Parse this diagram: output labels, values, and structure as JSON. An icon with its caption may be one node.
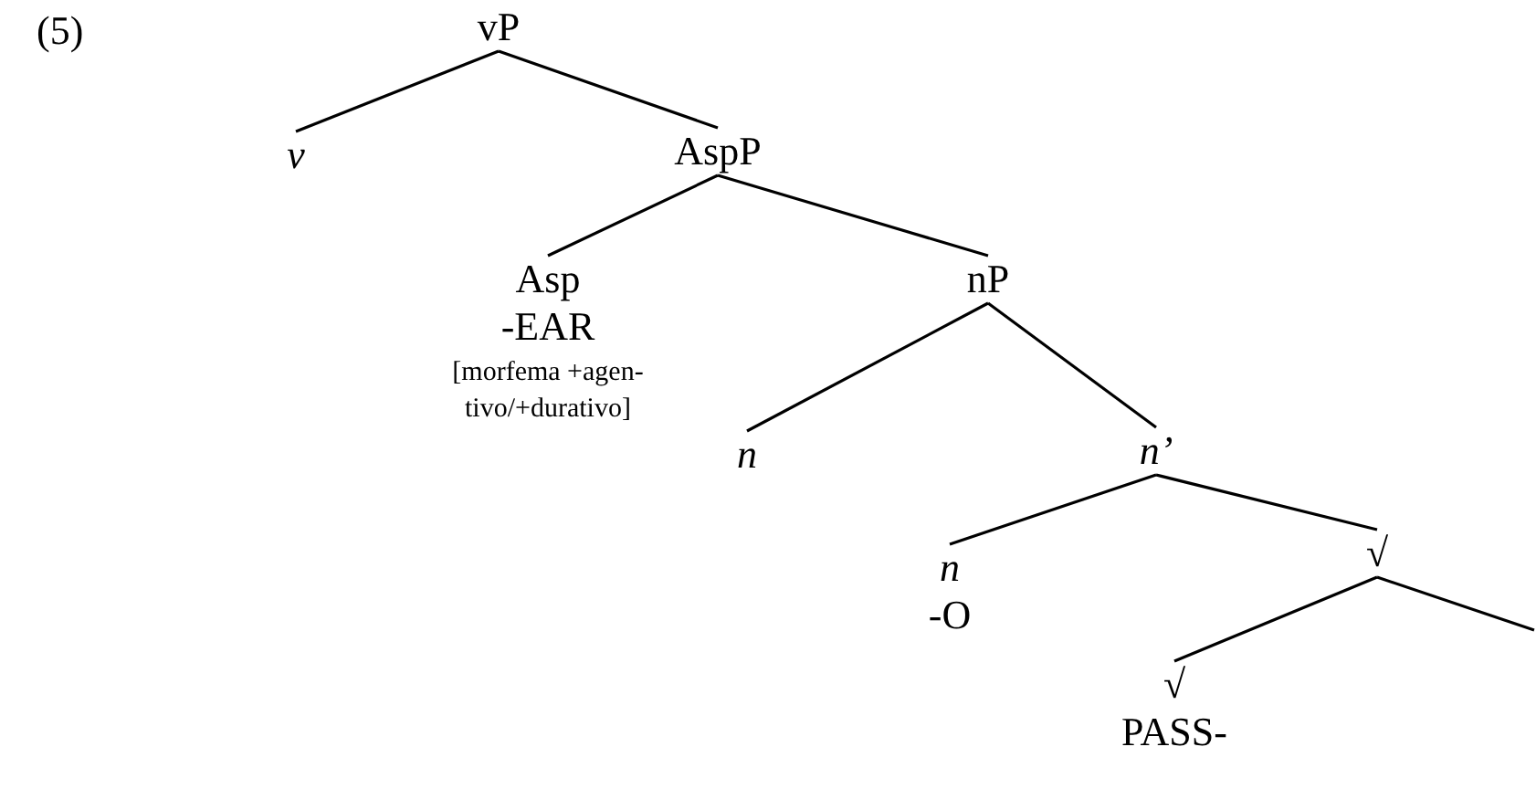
{
  "diagram": {
    "nodes": [
      {
        "text": [
          "vP"
        ]
      },
      {
        "text": [
          "*v*"
        ]
      },
      {
        "text": [
          "AspP"
        ]
      },
      {
        "text": [
          "Asp",
          "-EAR",
          "[morfema +agen- tivo/+durativo]"
        ]
      },
      {
        "text": [
          "nP"
        ]
      },
      {
        "text": [
          "*n*"
        ]
      },
      {
        "text": [
          "*n’*"
        ]
      },
      {
        "text": [
          "*n*",
          "-O"
        ]
      },
      {
        "text": [
          "√"
        ]
      },
      {
        "text": [
          "√",
          "PASS-"
        ]
      }
    ],
    "edges": [
      {
        "from": 0,
        "to": 1,
        "arrow": "none"
      },
      {
        "from": 0,
        "to": 2,
        "arrow": "none"
      },
      {
        "from": 2,
        "to": 3,
        "arrow": "none"
      },
      {
        "from": 2,
        "to": 4,
        "arrow": "none"
      },
      {
        "from": 4,
        "to": 5,
        "arrow": "none"
      },
      {
        "from": 4,
        "to": 6,
        "arrow": "none"
      },
      {
        "from": 6,
        "to": 7,
        "arrow": "none"
      },
      {
        "from": 6,
        "to": 8,
        "arrow": "none"
      },
      {
        "from": 8,
        "to": 9,
        "arrow": "none"
      },
      {
        "from": 8,
        "to": null,
        "arrow": "none"
      }
    ],
    "labels": [
      "(5)"
    ]
  }
}
